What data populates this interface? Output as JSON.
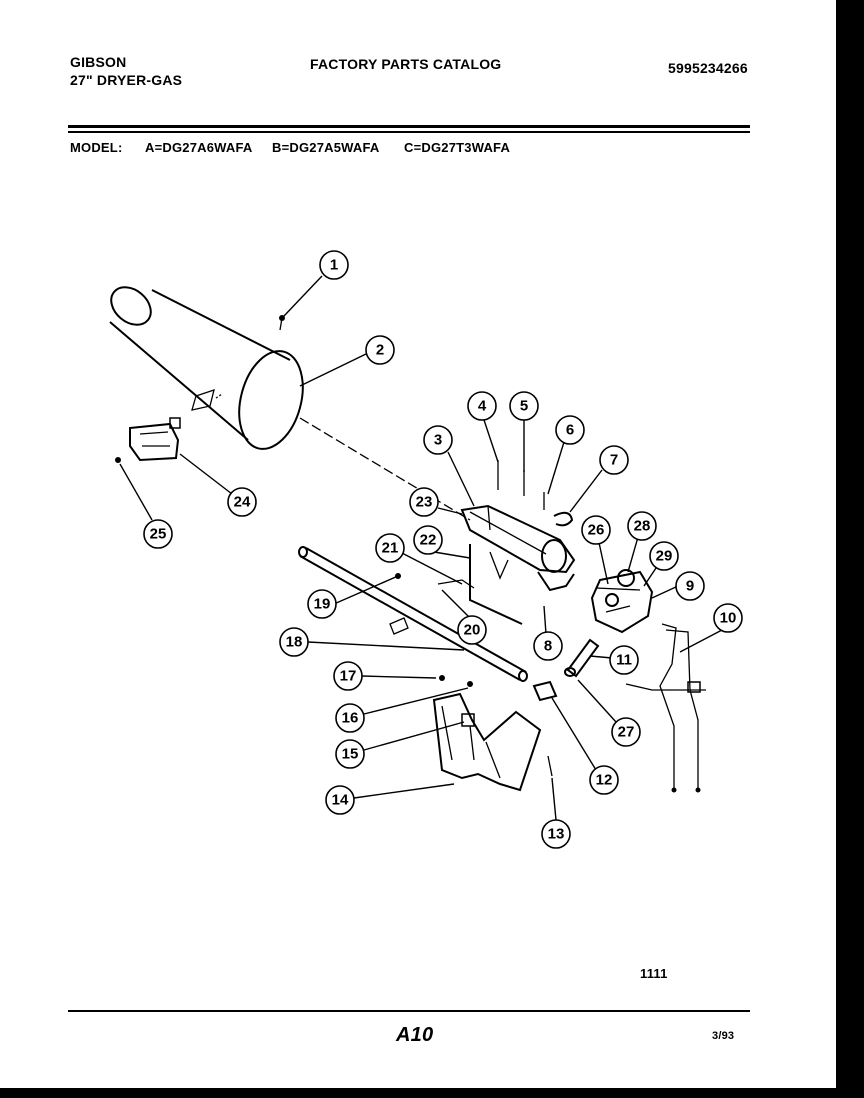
{
  "header": {
    "brand": "GIBSON",
    "product": "27\" DRYER-GAS",
    "catalog_title": "FACTORY PARTS CATALOG",
    "catalog_number": "5995234266"
  },
  "models": {
    "label": "MODEL:",
    "a": "A=DG27A6WAFA",
    "b": "B=DG27A5WAFA",
    "c": "C=DG27T3WAFA"
  },
  "callouts": [
    "1",
    "2",
    "3",
    "4",
    "5",
    "6",
    "7",
    "8",
    "9",
    "10",
    "11",
    "12",
    "13",
    "14",
    "15",
    "16",
    "17",
    "18",
    "19",
    "20",
    "21",
    "22",
    "23",
    "24",
    "25",
    "26",
    "27",
    "28",
    "29"
  ],
  "footer": {
    "drawing_number": "1111",
    "page_code": "A10",
    "date": "3/93"
  }
}
